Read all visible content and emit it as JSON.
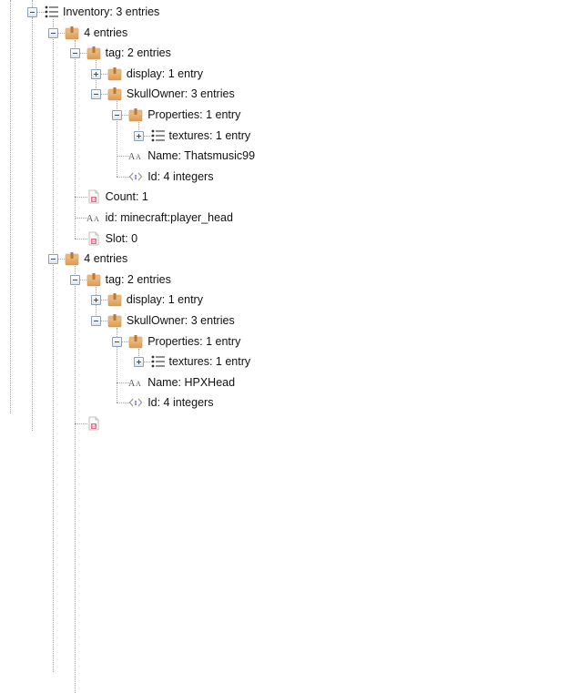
{
  "tree": {
    "rows": [
      {
        "level": 0,
        "expander": "minus",
        "icon": "list-icon",
        "text": "Inventory: 3 entries"
      },
      {
        "level": 1,
        "expander": "minus",
        "icon": "compound-box-icon",
        "text": "4 entries"
      },
      {
        "level": 2,
        "expander": "minus",
        "icon": "compound-box-icon",
        "text": "tag: 2 entries"
      },
      {
        "level": 3,
        "expander": "plus",
        "icon": "compound-box-icon",
        "text": "display: 1 entry"
      },
      {
        "level": 3,
        "expander": "minus",
        "icon": "compound-box-icon",
        "text": "SkullOwner: 3 entries"
      },
      {
        "level": 4,
        "expander": "minus",
        "icon": "compound-box-icon",
        "text": "Properties: 1 entry"
      },
      {
        "level": 5,
        "expander": "plus",
        "icon": "list-icon",
        "text": "textures: 1 entry"
      },
      {
        "level": 4,
        "expander": "none",
        "icon": "string-icon",
        "text": "Name: Thatsmusic99"
      },
      {
        "level": 4,
        "expander": "none",
        "icon": "int-array-icon",
        "text": "Id: 4 integers"
      },
      {
        "level": 2,
        "expander": "none",
        "icon": "byte-icon",
        "text": "Count: 1"
      },
      {
        "level": 2,
        "expander": "none",
        "icon": "string-icon",
        "text": "id: minecraft:player_head"
      },
      {
        "level": 2,
        "expander": "none",
        "icon": "byte-icon",
        "text": "Slot: 0"
      },
      {
        "level": 1,
        "expander": "minus",
        "icon": "compound-box-icon",
        "text": "4 entries"
      },
      {
        "level": 2,
        "expander": "minus",
        "icon": "compound-box-icon",
        "text": "tag: 2 entries"
      },
      {
        "level": 3,
        "expander": "plus",
        "icon": "compound-box-icon",
        "text": "display: 1 entry"
      },
      {
        "level": 3,
        "expander": "minus",
        "icon": "compound-box-icon",
        "text": "SkullOwner: 3 entries"
      },
      {
        "level": 4,
        "expander": "minus",
        "icon": "compound-box-icon",
        "text": "Properties: 1 entry"
      },
      {
        "level": 5,
        "expander": "plus",
        "icon": "list-icon",
        "text": "textures: 1 entry"
      },
      {
        "level": 4,
        "expander": "none",
        "icon": "string-icon",
        "text": "Name: HPXHead"
      },
      {
        "level": 4,
        "expander": "none",
        "icon": "int-array-icon",
        "text": "Id: 4 integers"
      },
      {
        "level": 2,
        "expander": "none",
        "icon": "byte-icon",
        "text": ""
      }
    ]
  }
}
